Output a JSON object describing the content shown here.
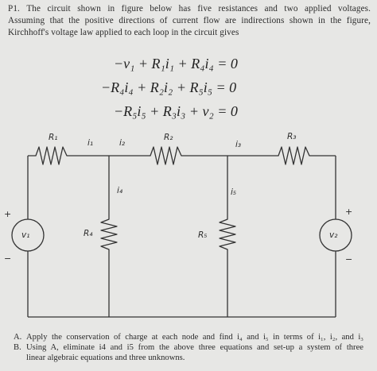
{
  "problem": {
    "number": "P1.",
    "intro_lines": [
      "The circuit shown in figure below has five resistances and two applied voltages.",
      "Assuming that the positive directions of current flow are indirections shown in the figure,",
      "Kirchhoff's voltage law applied to each loop in the circuit gives"
    ]
  },
  "equations": [
    "−v₁ + R₁i₁ + R₄i₄ = 0",
    "−R₄i₄ + R₂i₂ + R₅i₅ = 0",
    "−R₅i₅ + R₃i₃ + v₂ = 0"
  ],
  "circuit": {
    "resistors": {
      "r1": "R₁",
      "r2": "R₂",
      "r3": "R₃",
      "r4": "R₄",
      "r5": "R₅"
    },
    "currents": {
      "i1": "i₁",
      "i2": "i₂",
      "i3": "i₃",
      "i4": "i₄",
      "i5": "i₅"
    },
    "sources": {
      "v1": "v₁",
      "v2": "v₂"
    },
    "plus": "+",
    "minus": "−"
  },
  "parts": [
    {
      "key": "A.",
      "text": "Apply the conservation of charge at each node and find i₄ and i₅ in terms of i₁, i₂, and i₃"
    },
    {
      "key": "B.",
      "text": "Using A, eliminate i4 and i5 from the above three equations and set-up a system of three",
      "cont": "linear algebraic equations and three unknowns."
    }
  ]
}
